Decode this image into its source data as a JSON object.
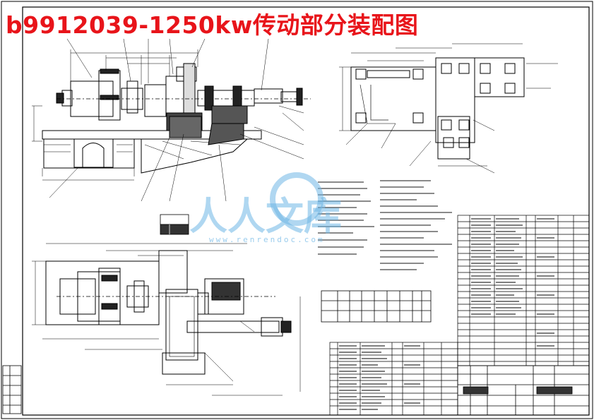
{
  "title": "b9912039-1250kw传动部分装配图",
  "watermark": {
    "text": "人人文库",
    "url": "www.renrendoc.com"
  },
  "colors": {
    "title": "#e8141a",
    "line": "#000000",
    "watermark": "#6fb7e6"
  }
}
